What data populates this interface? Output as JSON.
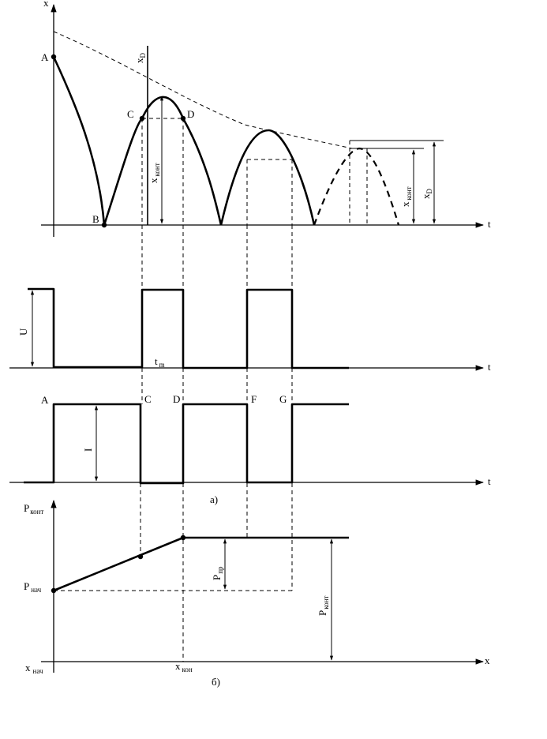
{
  "axes": {
    "x": "x",
    "t": "t"
  },
  "points": {
    "A": "A",
    "B": "B",
    "C": "C",
    "D": "D",
    "F": "F",
    "G": "G"
  },
  "labels": {
    "x_main": "x",
    "x_sub_D": "D",
    "x_sub_cont": "конт",
    "U": "U",
    "I": "I",
    "t_main": "t",
    "t_sub": "m",
    "P_main": "P",
    "P_sub_cont": "конт",
    "P_sub_start": "нач",
    "P_sub_pr": "пр",
    "x_sub_start": "нач",
    "x_sub_end": "кон"
  },
  "captions": {
    "a": "а)",
    "b": "б)"
  }
}
